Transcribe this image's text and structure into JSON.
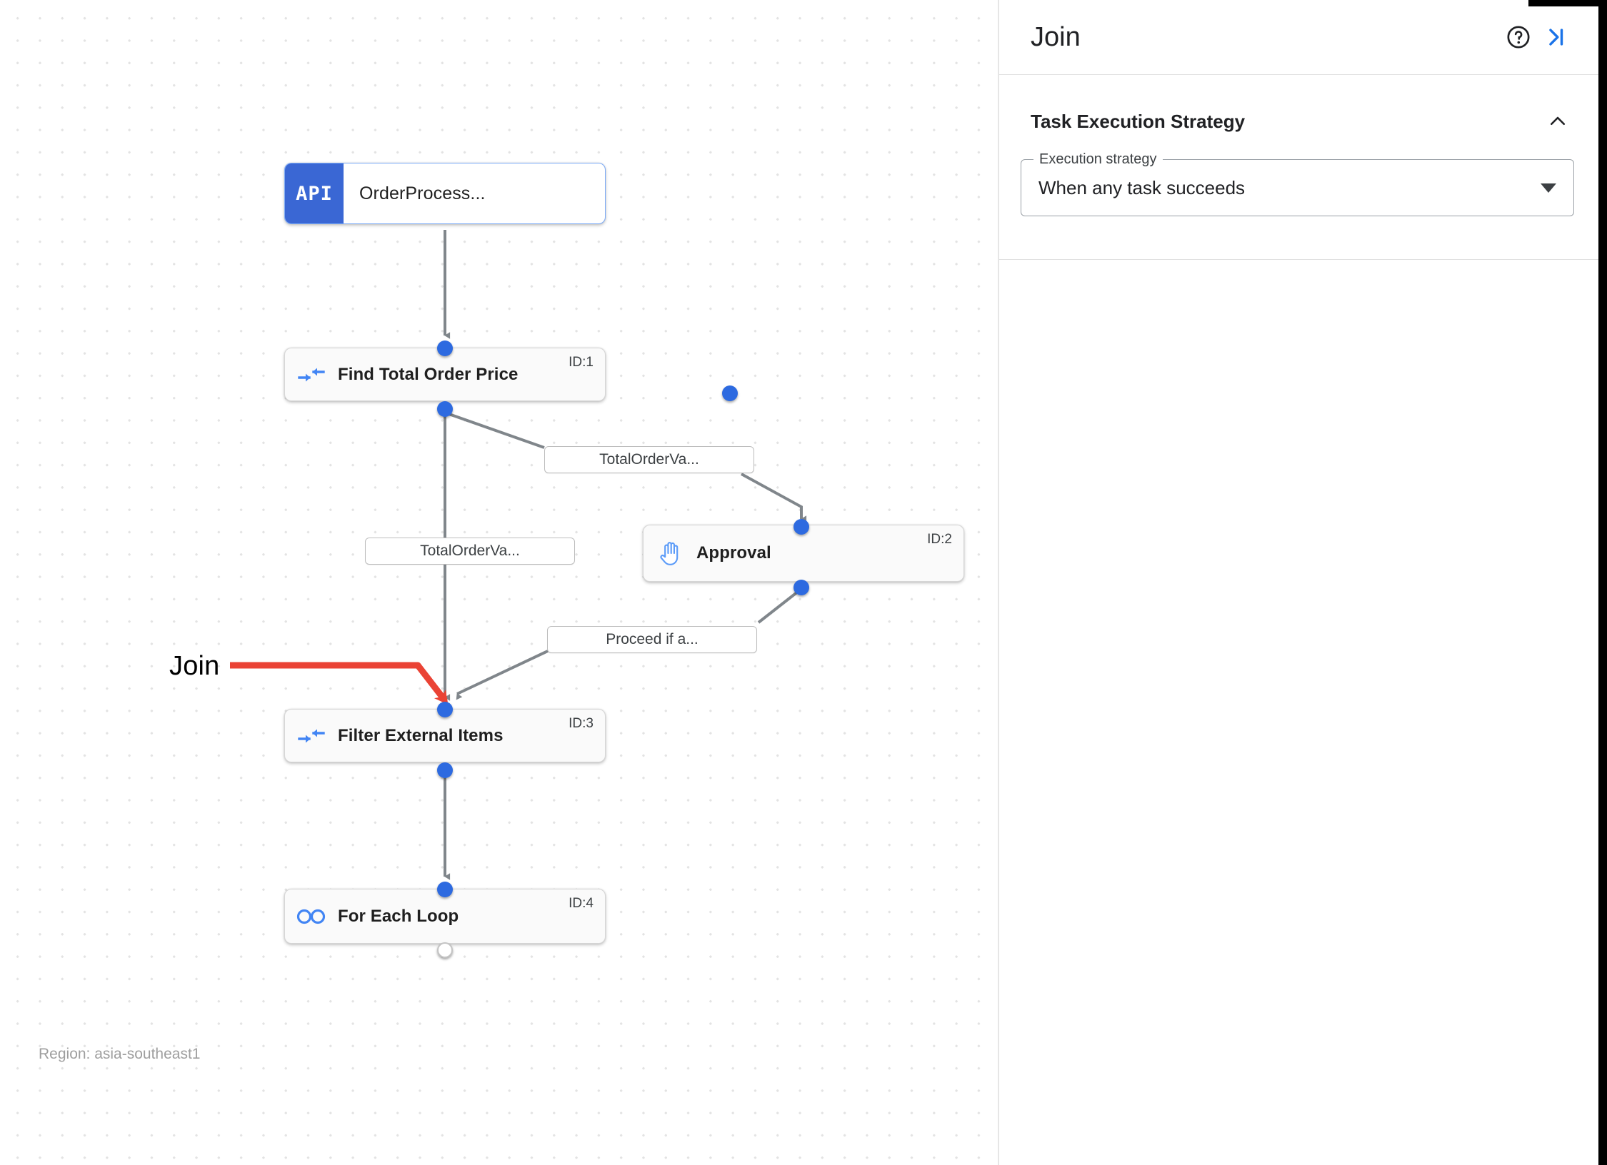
{
  "canvas": {
    "region_text": "Region: asia-southeast1",
    "annotation": {
      "label": "Join",
      "color": "#ea4335"
    },
    "grid": "dotted",
    "nodes": [
      {
        "key": "order_process",
        "type": "api-trigger",
        "badge": "API",
        "title": "OrderProcess...",
        "id_label": "",
        "icon": "api-badge"
      },
      {
        "key": "find_total_order_price",
        "type": "task",
        "title": "Find Total Order Price",
        "id_label": "ID:1",
        "icon": "merge-arrows-icon"
      },
      {
        "key": "approval",
        "type": "task",
        "title": "Approval",
        "id_label": "ID:2",
        "icon": "hand-icon"
      },
      {
        "key": "filter_external_items",
        "type": "task",
        "title": "Filter External Items",
        "id_label": "ID:3",
        "icon": "merge-arrows-icon"
      },
      {
        "key": "for_each_loop",
        "type": "task",
        "title": "For Each Loop",
        "id_label": "ID:4",
        "icon": "infinity-icon"
      }
    ],
    "edge_labels": [
      {
        "key": "edge_label_1",
        "text": "TotalOrderVa..."
      },
      {
        "key": "edge_label_2",
        "text": "TotalOrderVa..."
      },
      {
        "key": "edge_label_3",
        "text": "Proceed if a..."
      }
    ]
  },
  "panel": {
    "title": "Join",
    "help_icon": "help-circle-icon",
    "collapse_icon": "collapse-panel-icon",
    "section": {
      "title": "Task Execution Strategy",
      "chevron": "chevron-up-icon",
      "field": {
        "legend": "Execution strategy",
        "value": "When any task succeeds",
        "arrow": "chevron-down-icon"
      }
    }
  },
  "colors": {
    "accent": "#2d6ae0",
    "api_badge": "#3a67d4",
    "annotation": "#ea4335",
    "edge": "#80868b",
    "panel_link": "#1a73e8"
  }
}
